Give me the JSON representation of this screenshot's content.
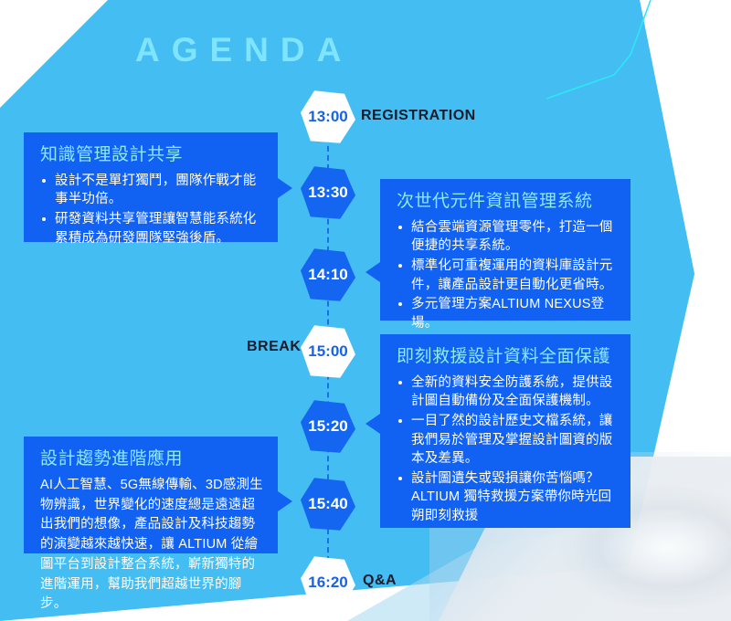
{
  "page": {
    "title": "AGENDA",
    "colors": {
      "background_blue": "#44BDF2",
      "card_blue": "#1161F2",
      "heading_cyan": "#8EE9FF",
      "title_cyan": "#7FE4FF",
      "hex_blue": "#1466F0",
      "hex_white": "#FFFFFF",
      "accent_line": "#2BE8F5",
      "dash_line": "#1C6FE0"
    }
  },
  "timeline": {
    "markers": [
      {
        "time": "13:00",
        "style": "white",
        "label": "REGISTRATION",
        "label_side": "right"
      },
      {
        "time": "13:30",
        "style": "blue",
        "label": "",
        "label_side": ""
      },
      {
        "time": "14:10",
        "style": "blue",
        "label": "",
        "label_side": ""
      },
      {
        "time": "15:00",
        "style": "white",
        "label": "BREAK",
        "label_side": "left"
      },
      {
        "time": "15:20",
        "style": "blue",
        "label": "",
        "label_side": ""
      },
      {
        "time": "15:40",
        "style": "blue",
        "label": "",
        "label_side": ""
      },
      {
        "time": "16:20",
        "style": "white",
        "label": "Q&A",
        "label_side": "right"
      }
    ]
  },
  "cards": [
    {
      "id": "knowledge-management",
      "heading": "知識管理設計共享",
      "bullets": [
        "設計不是單打獨鬥，團隊作戰才能事半功倍。",
        "研發資料共享管理讓智慧能系統化累積成為研發團隊堅強後盾。"
      ],
      "paragraph": ""
    },
    {
      "id": "component-info-system",
      "heading": "次世代元件資訊管理系統",
      "bullets": [
        "結合雲端資源管理零件，打造一個便捷的共享系統。",
        "標準化可重複運用的資料庫設計元件，讓產品設計更自動化更省時。",
        "多元管理方案ALTIUM NEXUS登場。"
      ],
      "paragraph": ""
    },
    {
      "id": "design-data-protection",
      "heading": "即刻救援設計資料全面保護",
      "bullets": [
        "全新的資料安全防護系統，提供設計圖自動備份及全面保護機制。",
        "一目了然的設計歷史文檔系統，讓我們易於管理及掌握設計圖資的版本及差異。",
        "設計圖遺失或毀損讓你苦惱嗎？ALTIUM 獨特救援方案帶你時光回朔即刻救援"
      ],
      "paragraph": ""
    },
    {
      "id": "design-trend-application",
      "heading": "設計趨勢進階應用",
      "bullets": [],
      "paragraph": "AI人工智慧、5G無線傳輸、3D感測生物辨識，世界變化的速度總是遠遠超出我們的想像，產品設計及科技趨勢的演變越來越快速，讓 ALTIUM 從繪圖平台到設計整合系統，嶄新獨特的進階運用，幫助我們超越世界的腳步。"
    }
  ]
}
